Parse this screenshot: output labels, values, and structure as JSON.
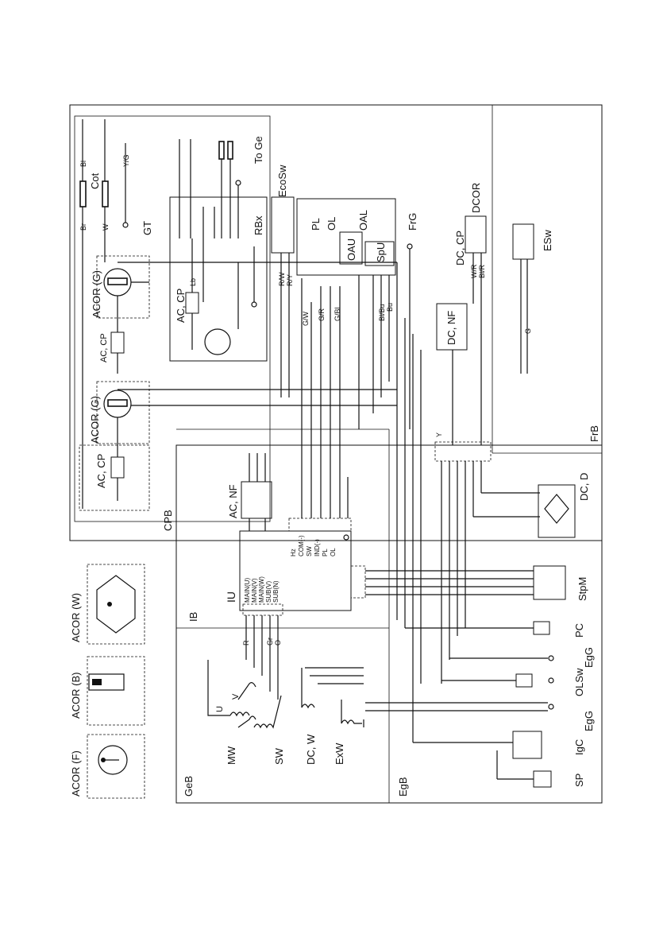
{
  "sections": {
    "cpb": "CPB",
    "frb": "FrB",
    "ib": "IB",
    "geb": "GeB",
    "egb": "EgB"
  },
  "components": {
    "cot": "Cot",
    "gt": "GT",
    "to_ge": "To Ge",
    "rbx": "RBx",
    "ecosw": "EcoSw",
    "frg": "FrG",
    "pl": "PL",
    "ol": "OL",
    "oal": "OAL",
    "oau": "OAU",
    "spu": "SpU",
    "dcor": "DCOR",
    "dc_cp_top": "DC, CP",
    "dc_nf": "DC, NF",
    "esw": "ESw",
    "acor_g_1": "ACOR (G)",
    "acor_g_2": "ACOR (G)",
    "ac_cp_1": "AC, CP",
    "ac_cp_2": "AC, CP",
    "ac_cp_3": "AC, CP",
    "ac_nf": "AC, NF",
    "iu": "IU",
    "dc_d": "DC, D",
    "stpm": "StpM",
    "pc": "PC",
    "egg_1": "EgG",
    "olsw": "OLSw",
    "egg_2": "EgG",
    "igc": "IgC",
    "sp": "SP",
    "acor_w": "ACOR (W)",
    "acor_b": "ACOR (B)",
    "acor_f": "ACOR (F)",
    "mw": "MW",
    "sw": "SW",
    "dc_w": "DC, W",
    "exw": "ExW"
  },
  "iu_pins": {
    "left": [
      "MAIN(U)",
      "MAIN(V)",
      "MAIN(W)",
      "SUB(V)",
      "SUB(N)"
    ],
    "right": [
      "Hz",
      "COM(-)",
      "SW",
      "IND(-)",
      "PL",
      "OL"
    ]
  },
  "wire_colors": {
    "br": "Br",
    "bl": "Bl",
    "w": "W",
    "yg": "Y/G",
    "lb": "Lb",
    "rw": "R/W",
    "ry": "R/Y",
    "gw": "G/W",
    "gr": "G/R",
    "gbl": "G/Bl",
    "y": "Y",
    "blbu": "Bl/Bu",
    "bu": "Bu",
    "wr": "W/R",
    "blr": "Bl/R",
    "r": "R",
    "gr2": "Gr",
    "o": "O",
    "g": "G",
    "u": "U",
    "v": "V"
  }
}
